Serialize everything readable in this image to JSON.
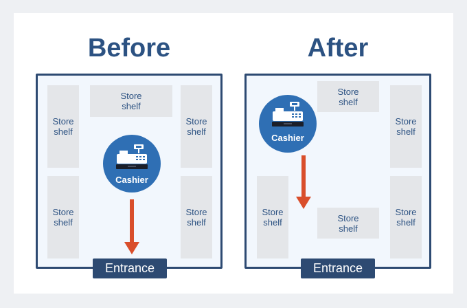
{
  "before": {
    "title": "Before",
    "shelves": [
      {
        "label": "Store\nshelf"
      },
      {
        "label": "Store\nshelf"
      },
      {
        "label": "Store\nshelf"
      },
      {
        "label": "Store\nshelf"
      },
      {
        "label": "Store\nshelf"
      }
    ],
    "cashier_label": "Cashier",
    "entrance_label": "Entrance"
  },
  "after": {
    "title": "After",
    "shelves": [
      {
        "label": "Store\nshelf"
      },
      {
        "label": "Store\nshelf"
      },
      {
        "label": "Store\nshelf"
      },
      {
        "label": "Store\nshelf"
      },
      {
        "label": "Store\nshelf"
      }
    ],
    "cashier_label": "Cashier",
    "entrance_label": "Entrance"
  },
  "colors": {
    "heading": "#2c5282",
    "room_border": "#2d4a72",
    "cashier": "#2f6fb4",
    "shelf": "#e4e6e9",
    "arrow": "#d94e2b"
  },
  "icons": {
    "register": "cash-register-icon",
    "arrow": "arrow-down-icon"
  }
}
